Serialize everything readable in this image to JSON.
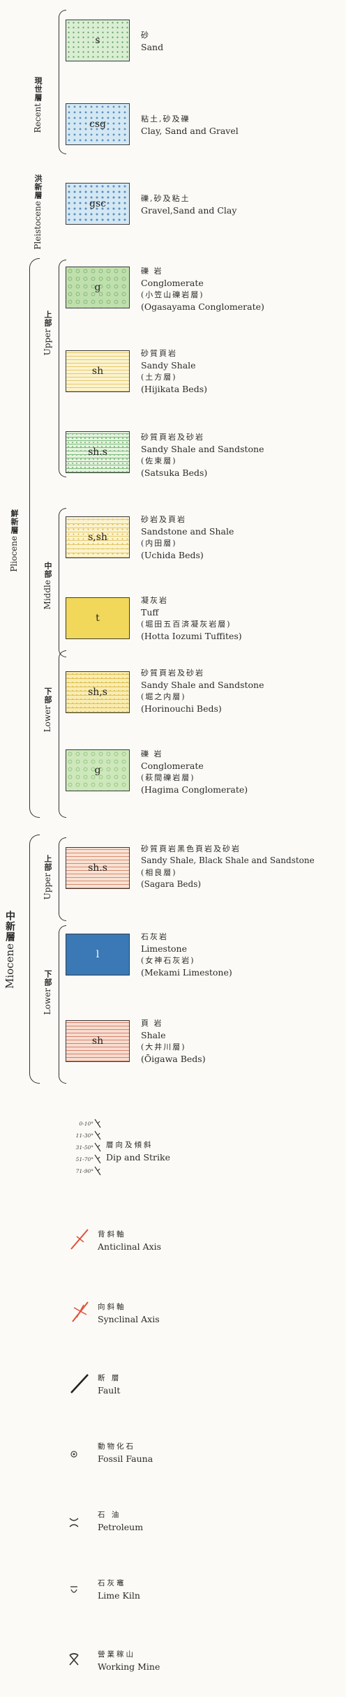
{
  "epochs": {
    "recent": {
      "jp": "現世層",
      "en": "Recent"
    },
    "pleistocene": {
      "jp": "洪新層",
      "en": "Pleistocene"
    },
    "pliocene": {
      "jp": "鮮新層",
      "en": "Pliocene"
    },
    "miocene": {
      "jp": "中新層",
      "en": "Miocene"
    }
  },
  "subdivisions": {
    "plio_upper": {
      "jp": "上部",
      "en": "Upper"
    },
    "plio_middle": {
      "jp": "中部",
      "en": "Middle"
    },
    "plio_lower": {
      "jp": "下部",
      "en": "Lower"
    },
    "mio_upper": {
      "jp": "上部",
      "en": "Upper"
    },
    "mio_lower": {
      "jp": "下部",
      "en": "Lower"
    }
  },
  "units": [
    {
      "code": "s",
      "jp": "砂",
      "en": "Sand",
      "color": "#d9eed2"
    },
    {
      "code": "csg",
      "jp": "粘土,砂及礫",
      "en": "Clay, Sand and Gravel",
      "color": "#d4e8f3"
    },
    {
      "code": "gsc",
      "jp": "礫,砂及粘土",
      "en": "Gravel,Sand and Clay",
      "color": "#d4e8f3"
    },
    {
      "code": "g",
      "jp": "礫 岩",
      "en": "Conglomerate",
      "sub_jp": "(小笠山礫岩層)",
      "sub_en": "(Ogasayama Conglomerate)",
      "color": "#bfe0ad"
    },
    {
      "code": "sh",
      "jp": "砂質頁岩",
      "en": "Sandy Shale",
      "sub_jp": "(土方層)",
      "sub_en": "(Hijikata Beds)",
      "color": "#fbf3cf"
    },
    {
      "code": "sh.s",
      "jp": "砂質頁岩及砂岩",
      "en": "Sandy Shale and Sandstone",
      "sub_jp": "(佐束層)",
      "sub_en": "(Satsuka Beds)",
      "color": "#e6f3df"
    },
    {
      "code": "s,sh",
      "jp": "砂岩及頁岩",
      "en": "Sandstone and Shale",
      "sub_jp": "(内田層)",
      "sub_en": "(Uchida Beds)",
      "color": "#fbf3cf"
    },
    {
      "code": "t",
      "jp": "凝灰岩",
      "en": "Tuff",
      "sub_jp": "(堀田五百済凝灰岩層)",
      "sub_en": "(Hotta Iozumi Tuffites)",
      "color": "#f2d85a"
    },
    {
      "code": "sh,s",
      "jp": "砂質頁岩及砂岩",
      "en": "Sandy Shale and Sandstone",
      "sub_jp": "(堀之内層)",
      "sub_en": "(Horinouchi Beds)",
      "color": "#f9ecb0"
    },
    {
      "code": "g",
      "jp": "礫 岩",
      "en": "Conglomerate",
      "sub_jp": "(萩間礫岩層)",
      "sub_en": "(Hagima Conglomerate)",
      "color": "#cde8bb"
    },
    {
      "code": "sh.s",
      "jp": "砂質頁岩黑色頁岩及砂岩",
      "en": "Sandy Shale, Black Shale and Sandstone",
      "sub_jp": "(相良層)",
      "sub_en": "(Sagara Beds)",
      "color": "#f8e2d6"
    },
    {
      "code": "l",
      "jp": "石灰岩",
      "en": "Limestone",
      "sub_jp": "(女神石灰岩)",
      "sub_en": "(Mekami Limestone)",
      "color": "#3a79b5"
    },
    {
      "code": "sh",
      "jp": "頁 岩",
      "en": "Shale",
      "sub_jp": "(大井川層)",
      "sub_en": "(Ōigawa Beds)",
      "color": "#f6ddd0"
    }
  ],
  "symbols": [
    {
      "name": "dip-strike",
      "jp": "層向及傾斜",
      "en": "Dip and Strike",
      "dips": [
        "0-10°",
        "11-30°",
        "31-50°",
        "51-70°",
        "71-90°"
      ]
    },
    {
      "name": "anticline",
      "jp": "背斜軸",
      "en": "Anticlinal Axis",
      "color": "#e0503a"
    },
    {
      "name": "syncline",
      "jp": "向斜軸",
      "en": "Synclinal Axis",
      "color": "#e0503a"
    },
    {
      "name": "fault",
      "jp": "断 層",
      "en": "Fault"
    },
    {
      "name": "fossil",
      "jp": "動物化石",
      "en": "Fossil Fauna"
    },
    {
      "name": "petroleum",
      "jp": "石 油",
      "en": "Petroleum"
    },
    {
      "name": "lime-kiln",
      "jp": "石灰竈",
      "en": "Lime Kiln"
    },
    {
      "name": "mine",
      "jp": "營業稼山",
      "en": "Working Mine"
    }
  ]
}
